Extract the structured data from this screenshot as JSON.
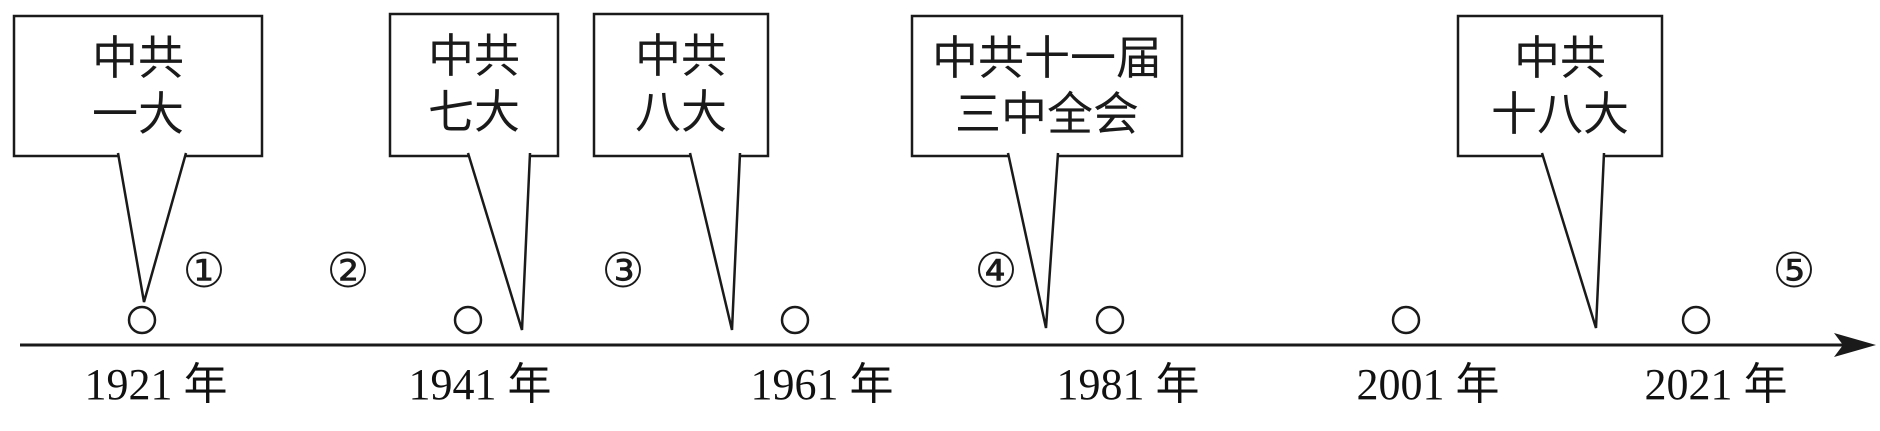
{
  "colors": {
    "background": "#ffffff",
    "ink": "#1a1a1a"
  },
  "callouts": [
    {
      "line1": "中共",
      "line2": "一大"
    },
    {
      "line1": "中共",
      "line2": "七大"
    },
    {
      "line1": "中共",
      "line2": "八大"
    },
    {
      "line1": "中共十一届",
      "line2": "三中全会"
    },
    {
      "line1": "中共",
      "line2": "十八大"
    }
  ],
  "position_markers": [
    "①",
    "②",
    "③",
    "④",
    "⑤"
  ],
  "year_labels": [
    "1921 年",
    "1941 年",
    "1961 年",
    "1981 年",
    "2001 年",
    "2021 年"
  ]
}
